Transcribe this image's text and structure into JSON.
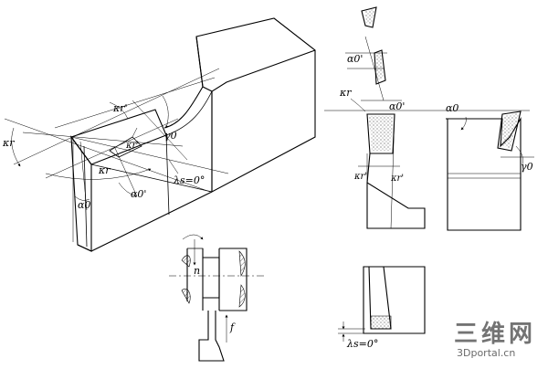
{
  "labels": {
    "kr_left": "κr",
    "kr_prime_top": "κr'",
    "kr_prime_tip": "κr'",
    "kr_bottom": "κr",
    "gamma0_main": "γ0",
    "ls_main": "λs=0°",
    "alpha0_prime_main": "α0'",
    "alpha0_main": "α0",
    "n_rot": "n",
    "f_feed": "f",
    "alpha0_prime_upper": "α0'",
    "alpha0_prime_mid": "α0'",
    "kr_mid": "κr",
    "alpha0_right": "α0",
    "kr_lower": "κr'",
    "kr_prime_lower": "κr'",
    "gamma0_right": "γ0",
    "ls_bottom": "λs=0°"
  },
  "watermark": {
    "cn": "三维网",
    "url": "3Dportal.cn"
  },
  "colors": {
    "line": "#000000",
    "dots": "#555555",
    "watermark": "#3b7fc4"
  }
}
